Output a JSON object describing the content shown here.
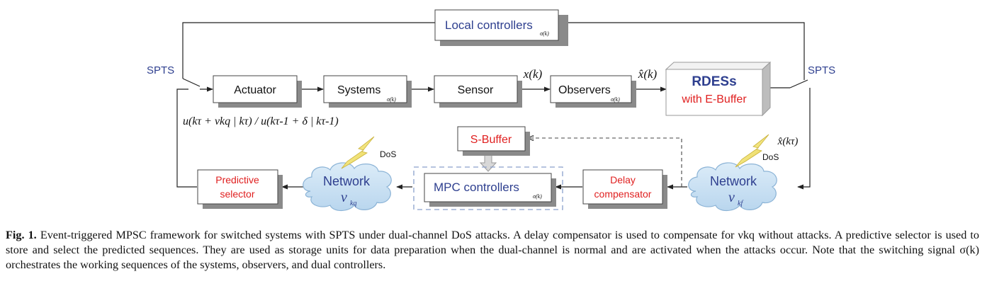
{
  "diagram": {
    "local_controllers": {
      "label": "Local controllers",
      "sub": "σ(k)"
    },
    "spts_left": "SPTS",
    "spts_right": "SPTS",
    "actuator": "Actuator",
    "systems": {
      "label": "Systems",
      "sub": "σ(k)"
    },
    "sensor": "Sensor",
    "observers": {
      "label": "Observers",
      "sub": "σ(k)"
    },
    "rdess": {
      "title": "RDESs",
      "sub": "with E-Buffer"
    },
    "state_signal": "x(k)",
    "estimate_signal": "x̂(k)",
    "estimate_tau": "x̂(kτ)",
    "control_signal": "u(kτ + νkq | kτ) / u(kτ-1 + δ | kτ-1)",
    "s_buffer": "S-Buffer",
    "mpc": {
      "label": "MPC controllers",
      "sub": "σ(k)"
    },
    "delay_compensator": {
      "line1": "Delay",
      "line2": "compensator"
    },
    "predictive_selector": {
      "line1": "Predictive",
      "line2": "selector"
    },
    "network_left": {
      "label": "Network",
      "symbol": "ν",
      "sub": "kq"
    },
    "network_right": {
      "label": "Network",
      "symbol": "ν",
      "sub": "kf"
    },
    "dos_left": "DoS",
    "dos_right": "DoS"
  },
  "colors": {
    "blue_label": "#2e3f8f",
    "red_label": "#e02020",
    "cloud_fill": "#cfe3f3",
    "lightning": "#f4e96a"
  },
  "caption": {
    "label": "Fig. 1.",
    "text": "Event-triggered MPSC framework for switched systems with SPTS under dual-channel DoS attacks. A delay compensator is used to compensate for νkq without attacks. A predictive selector is used to store and select the predicted sequences. They are used as storage units for data preparation when the dual-channel is normal and are activated when the attacks occur. Note that the switching signal σ(k) orchestrates the working sequences of the systems, observers, and dual controllers."
  }
}
